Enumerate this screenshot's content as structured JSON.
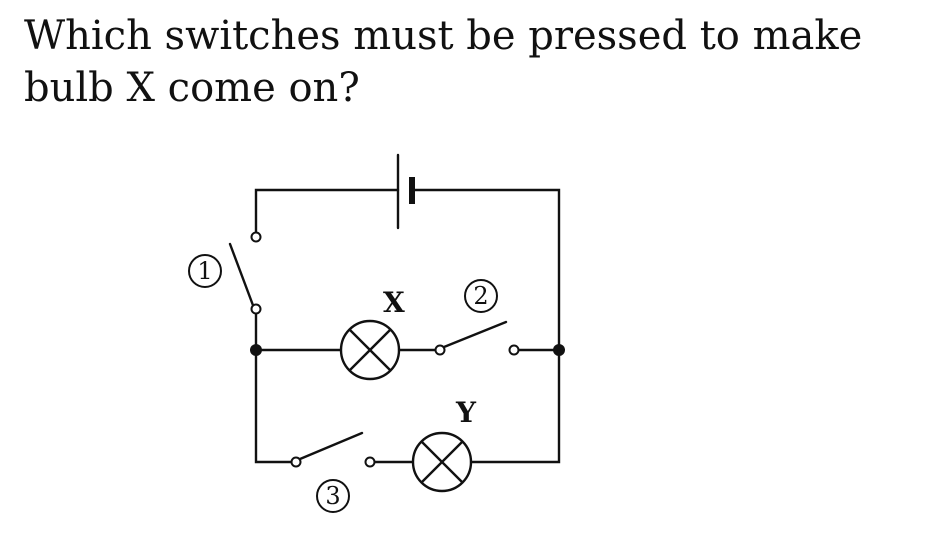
{
  "question": {
    "line1": "Which switches must be pressed to make",
    "line2": "bulb X come on?"
  },
  "diagram": {
    "bulb_x_label": "X",
    "bulb_y_label": "Y",
    "switch_1_label": "1",
    "switch_2_label": "2",
    "switch_3_label": "3"
  }
}
